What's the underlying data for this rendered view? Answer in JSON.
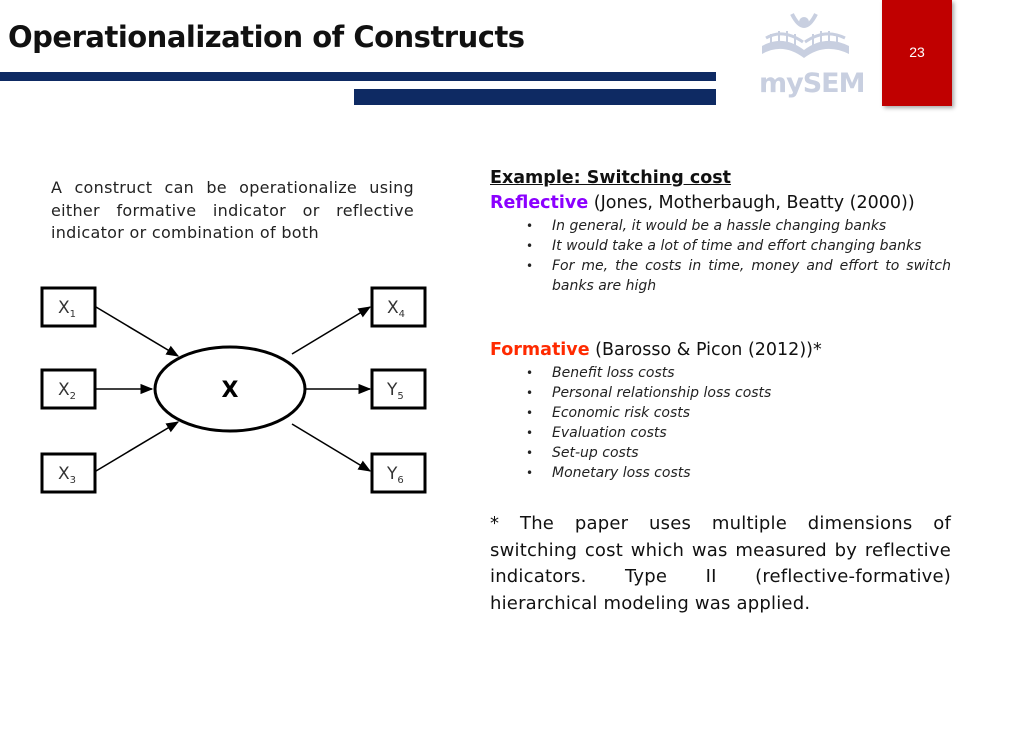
{
  "header": {
    "title": "Operationalization of Constructs",
    "page_number": "23",
    "logo_text": "mySEM",
    "colors": {
      "bar": "#0e2a63",
      "page_box": "#c00000",
      "logo": "#c8cfe0"
    }
  },
  "intro_text": "A construct can be operationalize using either formative indicator or reflective indicator or combination of both",
  "diagram": {
    "construct": "X",
    "formative_indicators": [
      {
        "letter": "X",
        "sub": "1"
      },
      {
        "letter": "X",
        "sub": "2"
      },
      {
        "letter": "X",
        "sub": "3"
      }
    ],
    "reflective_indicators": [
      {
        "letter": "X",
        "sub": "4"
      },
      {
        "letter": "Y",
        "sub": "5"
      },
      {
        "letter": "Y",
        "sub": "6"
      }
    ]
  },
  "example": {
    "heading": "Example: Switching cost",
    "reflective_label": "Reflective",
    "reflective_source": " (Jones, Motherbaugh, Beatty (2000))",
    "reflective_items": [
      "In general, it would be a hassle changing banks",
      "It would take a lot of time and effort changing banks",
      "For me, the costs in time, money and effort to switch banks are high"
    ],
    "formative_label": "Formative",
    "formative_source": " (Barosso & Picon (2012))*",
    "formative_items": [
      "Benefit loss costs",
      "Personal relationship loss costs",
      "Economic risk costs",
      "Evaluation costs",
      "Set-up costs",
      "Monetary loss costs"
    ],
    "colors": {
      "reflective": "#8b00ff",
      "formative": "#ff2a00"
    }
  },
  "footnote": "* The paper uses multiple dimensions of switching cost which was measured by reflective indicators. Type II (reflective-formative) hierarchical modeling was applied."
}
